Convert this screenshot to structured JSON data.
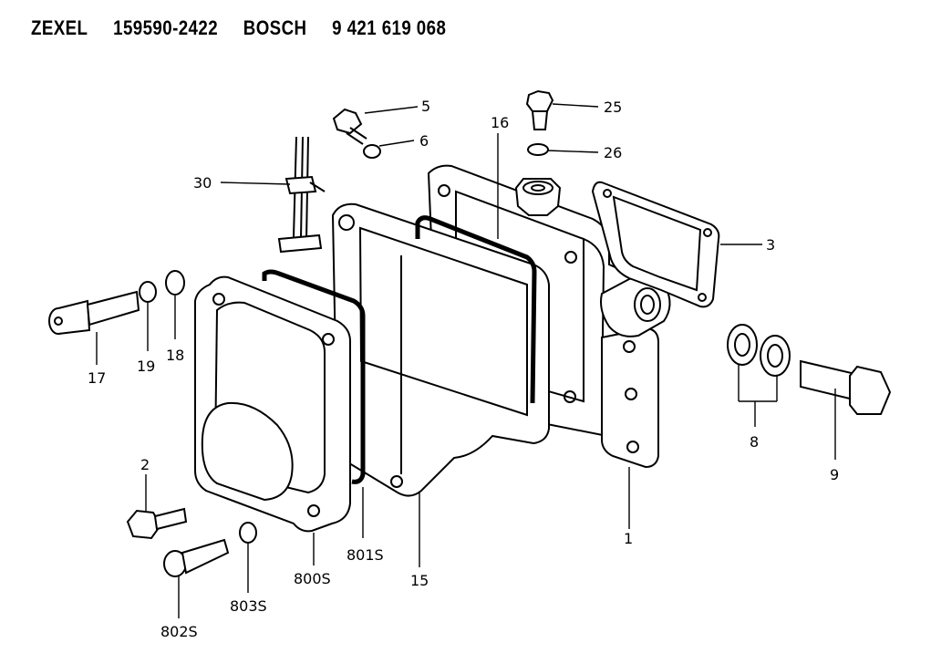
{
  "header": {
    "maker1": "ZEXEL",
    "part1": "159590-2422",
    "maker2": "BOSCH",
    "part2": "9 421 619 068"
  },
  "callouts": {
    "c5": "5",
    "c6": "6",
    "c16": "16",
    "c25": "25",
    "c26": "26",
    "c30": "30",
    "c3": "3",
    "c17": "17",
    "c19": "19",
    "c18": "18",
    "c2": "2",
    "c8": "8",
    "c9": "9",
    "c1": "1",
    "c801s": "801S",
    "c800s": "800S",
    "c15": "15",
    "c803s": "803S",
    "c802s": "802S"
  }
}
